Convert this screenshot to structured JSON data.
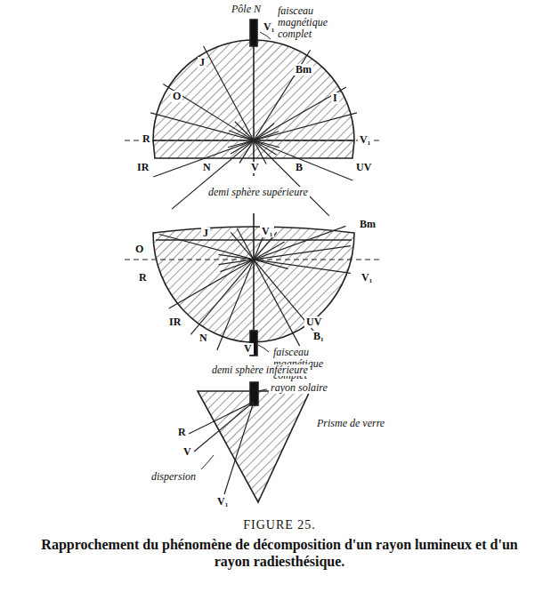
{
  "diagram": {
    "title": "FIGURE 25.",
    "caption": "Rapprochement du phénomène de décomposition d'un rayon lumineux et d'un rayon radiesthésique.",
    "labels": [
      "Pôle N",
      "faisceau magnétique complet",
      "V₁",
      "J",
      "Bm",
      "O",
      "I",
      "R",
      "V₁",
      "IR",
      "N",
      "V",
      "B",
      "UV",
      "demi sphère supérieure",
      "J",
      "V₁",
      "Bm",
      "O",
      "R",
      "V₁",
      "IR",
      "N",
      "UV",
      "B₁",
      "V",
      "faisceau magnétique complet",
      "demi sphère inférieure",
      "rayon solaire",
      "Prisme de verre",
      "R",
      "V",
      "V₁",
      "dispersion"
    ]
  }
}
